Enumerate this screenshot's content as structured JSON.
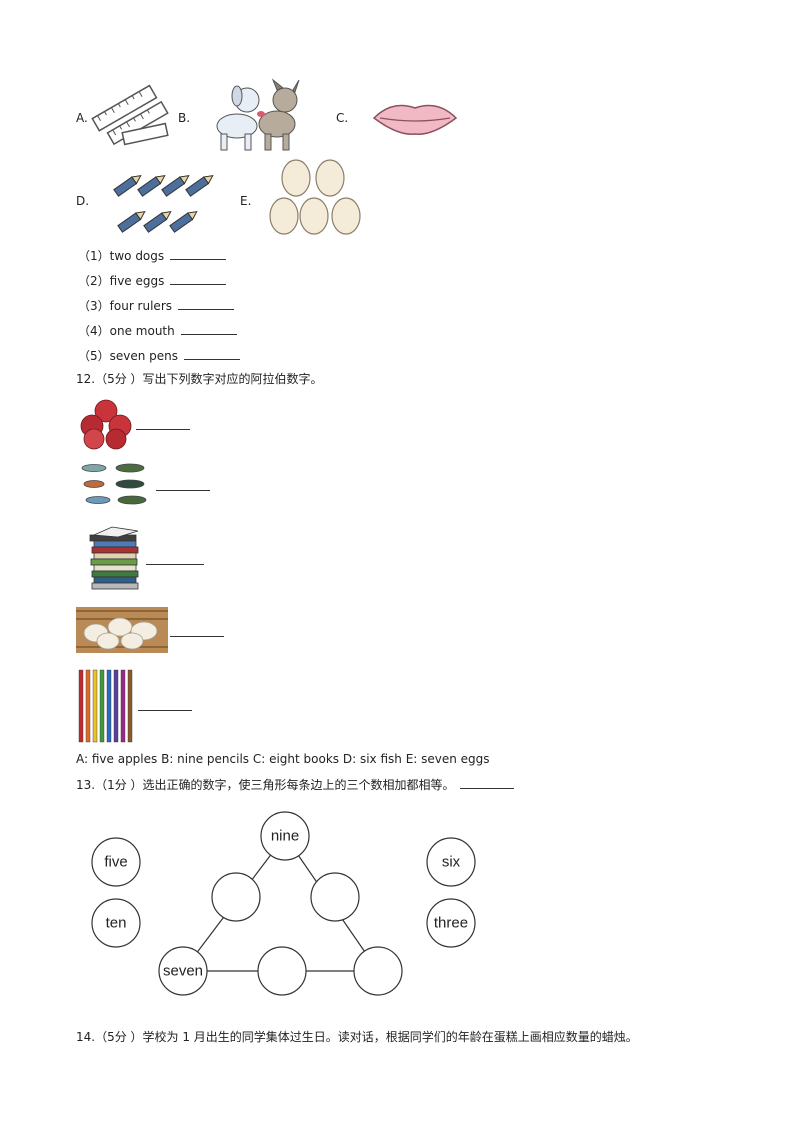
{
  "options_top": {
    "a": "A.",
    "b": "B.",
    "c": "C.",
    "d": "D.",
    "e": "E."
  },
  "q11_items": [
    {
      "num": "（1）",
      "text": "two dogs"
    },
    {
      "num": "（2）",
      "text": "five eggs"
    },
    {
      "num": "（3）",
      "text": "four rulers"
    },
    {
      "num": "（4）",
      "text": "one mouth"
    },
    {
      "num": "（5）",
      "text": "seven pens"
    }
  ],
  "q12": {
    "title": "12.（5分 ）写出下列数字对应的阿拉伯数字。",
    "choices": "A: five apples   B: nine pencils   C: eight books    D: six  fish    E: seven eggs"
  },
  "q13": {
    "title": "13.（1分 ）选出正确的数字，使三角形每条边上的三个数相加都相等。",
    "words": {
      "five": "five",
      "ten": "ten",
      "nine": "nine",
      "seven": "seven",
      "six": "six",
      "three": "three"
    }
  },
  "q14": {
    "title": "14.（5分 ）学校为 1 月出生的同学集体过生日。读对话，根据同学们的年龄在蛋糕上画相应数量的蜡烛。"
  }
}
